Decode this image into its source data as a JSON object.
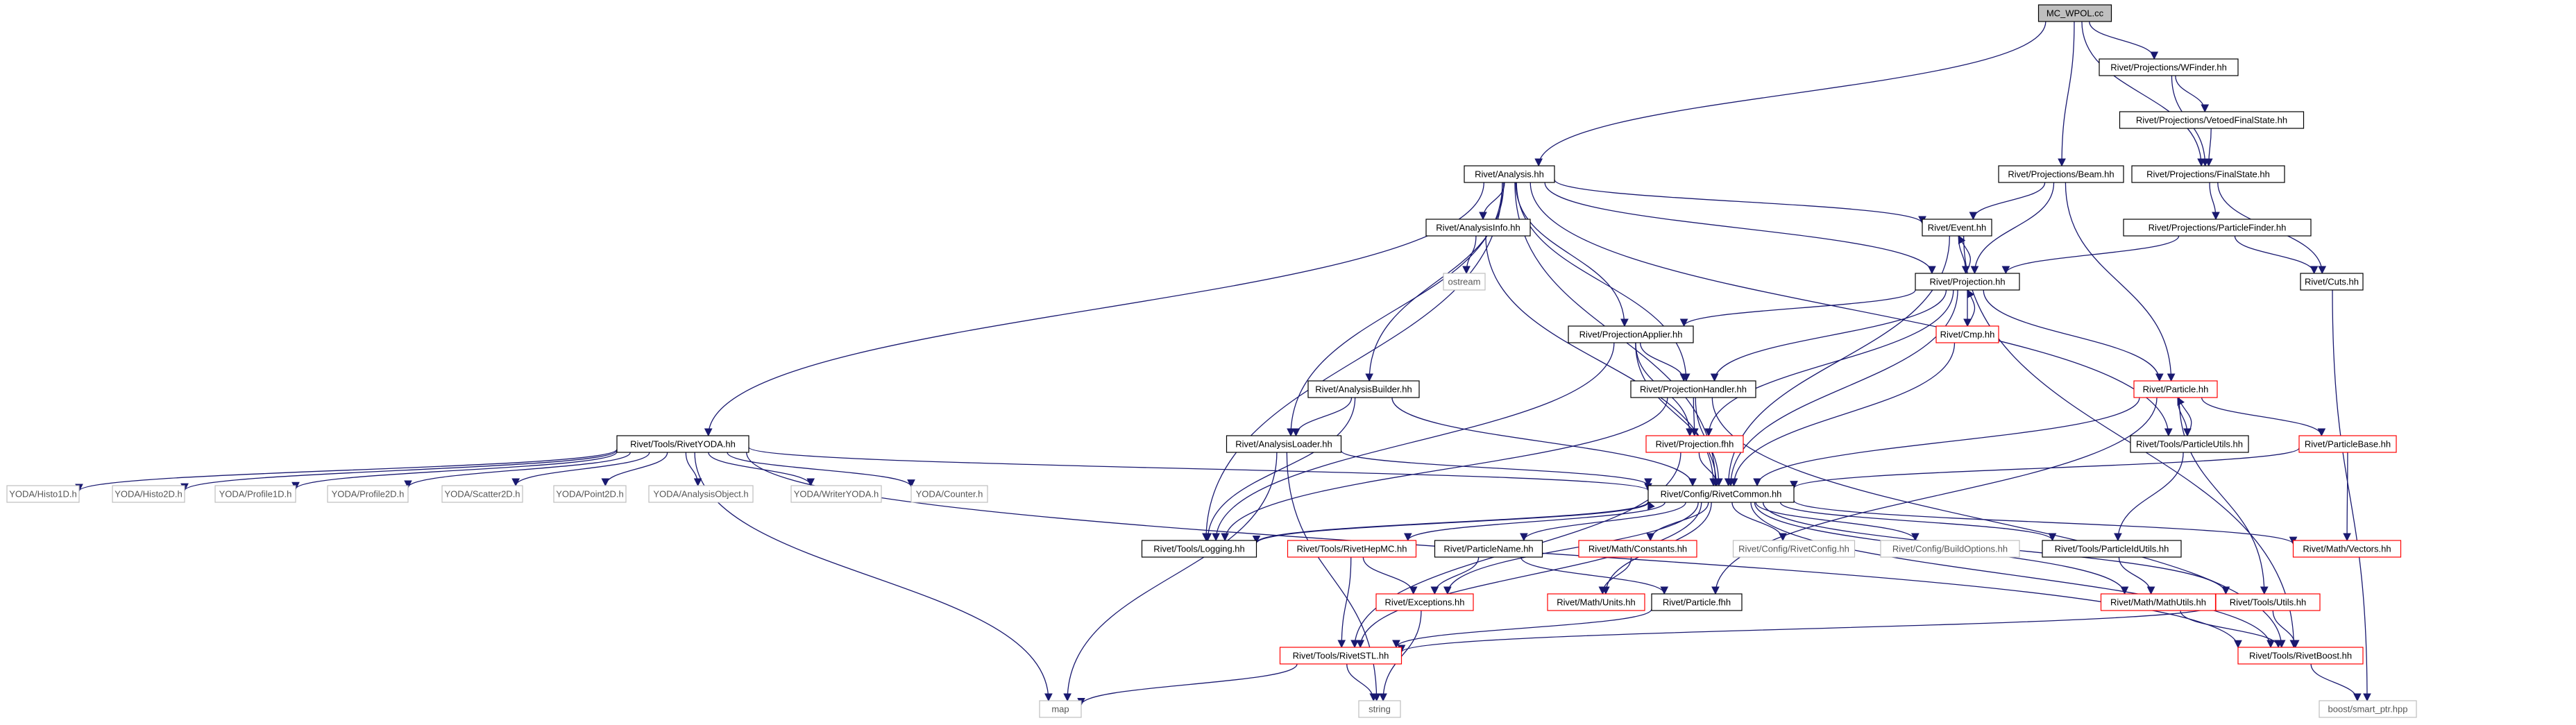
{
  "colors": {
    "edge": "#191970",
    "border_normal": "#000000",
    "border_missing": "#ff0000",
    "border_external": "#bfbfbf",
    "fill_normal": "#ffffff",
    "fill_root": "#bfbfbf"
  },
  "nodes": [
    {
      "id": "mc_wpol",
      "label": "MC_WPOL.cc",
      "kind": "root"
    },
    {
      "id": "wfinder",
      "label": "Rivet/Projections/WFinder.hh",
      "kind": "normal"
    },
    {
      "id": "vetoed",
      "label": "Rivet/Projections/VetoedFinalState.hh",
      "kind": "normal"
    },
    {
      "id": "analysis",
      "label": "Rivet/Analysis.hh",
      "kind": "normal"
    },
    {
      "id": "beam",
      "label": "Rivet/Projections/Beam.hh",
      "kind": "normal"
    },
    {
      "id": "finalstate",
      "label": "Rivet/Projections/FinalState.hh",
      "kind": "normal"
    },
    {
      "id": "analysisinfo",
      "label": "Rivet/AnalysisInfo.hh",
      "kind": "normal"
    },
    {
      "id": "event",
      "label": "Rivet/Event.hh",
      "kind": "normal"
    },
    {
      "id": "particlefinder",
      "label": "Rivet/Projections/ParticleFinder.hh",
      "kind": "normal"
    },
    {
      "id": "ostream",
      "label": "ostream",
      "kind": "external"
    },
    {
      "id": "projection",
      "label": "Rivet/Projection.hh",
      "kind": "normal"
    },
    {
      "id": "cuts",
      "label": "Rivet/Cuts.hh",
      "kind": "normal"
    },
    {
      "id": "cmp",
      "label": "Rivet/Cmp.hh",
      "kind": "missing"
    },
    {
      "id": "projapplier",
      "label": "Rivet/ProjectionApplier.hh",
      "kind": "normal"
    },
    {
      "id": "particle",
      "label": "Rivet/Particle.hh",
      "kind": "missing"
    },
    {
      "id": "analysisbuilder",
      "label": "Rivet/AnalysisBuilder.hh",
      "kind": "normal"
    },
    {
      "id": "projhandler",
      "label": "Rivet/ProjectionHandler.hh",
      "kind": "normal"
    },
    {
      "id": "rivetyoda",
      "label": "Rivet/Tools/RivetYODA.hh",
      "kind": "normal"
    },
    {
      "id": "analysisloader",
      "label": "Rivet/AnalysisLoader.hh",
      "kind": "normal"
    },
    {
      "id": "projectionfhh",
      "label": "Rivet/Projection.fhh",
      "kind": "missing"
    },
    {
      "id": "particlebase",
      "label": "Rivet/ParticleBase.hh",
      "kind": "missing"
    },
    {
      "id": "particleutils",
      "label": "Rivet/Tools/ParticleUtils.hh",
      "kind": "normal"
    },
    {
      "id": "histo1d",
      "label": "YODA/Histo1D.h",
      "kind": "external"
    },
    {
      "id": "histo2d",
      "label": "YODA/Histo2D.h",
      "kind": "external"
    },
    {
      "id": "profile1d",
      "label": "YODA/Profile1D.h",
      "kind": "external"
    },
    {
      "id": "profile2d",
      "label": "YODA/Profile2D.h",
      "kind": "external"
    },
    {
      "id": "scatter2d",
      "label": "YODA/Scatter2D.h",
      "kind": "external"
    },
    {
      "id": "point2d",
      "label": "YODA/Point2D.h",
      "kind": "external"
    },
    {
      "id": "analysisobject",
      "label": "YODA/AnalysisObject.h",
      "kind": "external"
    },
    {
      "id": "writeryoda",
      "label": "YODA/WriterYODA.h",
      "kind": "external"
    },
    {
      "id": "counter",
      "label": "YODA/Counter.h",
      "kind": "external"
    },
    {
      "id": "rivetcommon",
      "label": "Rivet/Config/RivetCommon.hh",
      "kind": "normal"
    },
    {
      "id": "logging",
      "label": "Rivet/Tools/Logging.hh",
      "kind": "normal"
    },
    {
      "id": "hepmc",
      "label": "Rivet/Tools/RivetHepMC.hh",
      "kind": "missing"
    },
    {
      "id": "particlename",
      "label": "Rivet/ParticleName.hh",
      "kind": "normal"
    },
    {
      "id": "constants",
      "label": "Rivet/Math/Constants.hh",
      "kind": "missing"
    },
    {
      "id": "rivetconfig",
      "label": "Rivet/Config/RivetConfig.hh",
      "kind": "external"
    },
    {
      "id": "buildoptions",
      "label": "Rivet/Config/BuildOptions.hh",
      "kind": "external"
    },
    {
      "id": "particleidutils",
      "label": "Rivet/Tools/ParticleIdUtils.hh",
      "kind": "normal"
    },
    {
      "id": "vectors",
      "label": "Rivet/Math/Vectors.hh",
      "kind": "missing"
    },
    {
      "id": "exceptions",
      "label": "Rivet/Exceptions.hh",
      "kind": "missing"
    },
    {
      "id": "units",
      "label": "Rivet/Math/Units.hh",
      "kind": "missing"
    },
    {
      "id": "particlefhh",
      "label": "Rivet/Particle.fhh",
      "kind": "normal"
    },
    {
      "id": "mathutils",
      "label": "Rivet/Math/MathUtils.hh",
      "kind": "missing"
    },
    {
      "id": "toolsutils",
      "label": "Rivet/Tools/Utils.hh",
      "kind": "missing"
    },
    {
      "id": "rivetstl",
      "label": "Rivet/Tools/RivetSTL.hh",
      "kind": "missing"
    },
    {
      "id": "rivetboost",
      "label": "Rivet/Tools/RivetBoost.hh",
      "kind": "missing"
    },
    {
      "id": "map",
      "label": "map",
      "kind": "external"
    },
    {
      "id": "string",
      "label": "string",
      "kind": "external"
    },
    {
      "id": "smartptr",
      "label": "boost/smart_ptr.hpp",
      "kind": "external"
    }
  ],
  "edges": [
    [
      "mc_wpol",
      "analysis"
    ],
    [
      "mc_wpol",
      "beam"
    ],
    [
      "mc_wpol",
      "wfinder"
    ],
    [
      "mc_wpol",
      "finalstate"
    ],
    [
      "wfinder",
      "vetoed"
    ],
    [
      "wfinder",
      "finalstate"
    ],
    [
      "vetoed",
      "finalstate"
    ],
    [
      "finalstate",
      "particlefinder"
    ],
    [
      "finalstate",
      "cuts"
    ],
    [
      "particlefinder",
      "projection"
    ],
    [
      "particlefinder",
      "cuts"
    ],
    [
      "beam",
      "event"
    ],
    [
      "beam",
      "projection"
    ],
    [
      "beam",
      "particle"
    ],
    [
      "analysis",
      "rivetyoda"
    ],
    [
      "analysis",
      "analysisinfo"
    ],
    [
      "analysis",
      "event"
    ],
    [
      "analysis",
      "projection"
    ],
    [
      "analysis",
      "projapplier"
    ],
    [
      "analysis",
      "analysisbuilder"
    ],
    [
      "analysis",
      "analysisloader"
    ],
    [
      "analysis",
      "projhandler"
    ],
    [
      "analysis",
      "logging"
    ],
    [
      "analysis",
      "rivetcommon"
    ],
    [
      "analysis",
      "particleutils"
    ],
    [
      "analysisinfo",
      "ostream"
    ],
    [
      "analysisinfo",
      "rivetcommon"
    ],
    [
      "event",
      "projection"
    ],
    [
      "event",
      "rivetcommon"
    ],
    [
      "event",
      "rivetboost"
    ],
    [
      "projection",
      "event"
    ],
    [
      "projection",
      "cmp"
    ],
    [
      "projection",
      "projapplier"
    ],
    [
      "projection",
      "projhandler"
    ],
    [
      "projection",
      "projectionfhh"
    ],
    [
      "projection",
      "particle"
    ],
    [
      "projection",
      "rivetcommon"
    ],
    [
      "cmp",
      "projection"
    ],
    [
      "cmp",
      "rivetcommon"
    ],
    [
      "projapplier",
      "projhandler"
    ],
    [
      "projapplier",
      "projectionfhh"
    ],
    [
      "projapplier",
      "rivetcommon"
    ],
    [
      "projapplier",
      "logging"
    ],
    [
      "projhandler",
      "projectionfhh"
    ],
    [
      "projhandler",
      "rivetcommon"
    ],
    [
      "projhandler",
      "logging"
    ],
    [
      "projhandler",
      "rivetboost"
    ],
    [
      "projectionfhh",
      "rivetcommon"
    ],
    [
      "projectionfhh",
      "rivetstl"
    ],
    [
      "particle",
      "particleutils"
    ],
    [
      "particle",
      "particlebase"
    ],
    [
      "particle",
      "rivetcommon"
    ],
    [
      "particle",
      "toolsutils"
    ],
    [
      "particle",
      "particlefhh"
    ],
    [
      "particleutils",
      "particle"
    ],
    [
      "particleutils",
      "particleidutils"
    ],
    [
      "particlebase",
      "rivetcommon"
    ],
    [
      "particlebase",
      "vectors"
    ],
    [
      "analysisbuilder",
      "analysisloader"
    ],
    [
      "analysisbuilder",
      "rivetcommon"
    ],
    [
      "analysisbuilder",
      "logging"
    ],
    [
      "analysisloader",
      "rivetcommon"
    ],
    [
      "analysisloader",
      "map"
    ],
    [
      "analysisloader",
      "string"
    ],
    [
      "cuts",
      "smartptr"
    ],
    [
      "rivetyoda",
      "histo1d"
    ],
    [
      "rivetyoda",
      "histo2d"
    ],
    [
      "rivetyoda",
      "profile1d"
    ],
    [
      "rivetyoda",
      "profile2d"
    ],
    [
      "rivetyoda",
      "scatter2d"
    ],
    [
      "rivetyoda",
      "point2d"
    ],
    [
      "rivetyoda",
      "analysisobject"
    ],
    [
      "rivetyoda",
      "writeryoda"
    ],
    [
      "rivetyoda",
      "counter"
    ],
    [
      "rivetyoda",
      "rivetcommon"
    ],
    [
      "rivetyoda",
      "rivetboost"
    ],
    [
      "rivetyoda",
      "map"
    ],
    [
      "rivetcommon",
      "logging"
    ],
    [
      "rivetcommon",
      "hepmc"
    ],
    [
      "rivetcommon",
      "particlename"
    ],
    [
      "rivetcommon",
      "constants"
    ],
    [
      "rivetcommon",
      "rivetconfig"
    ],
    [
      "rivetcommon",
      "buildoptions"
    ],
    [
      "rivetcommon",
      "particleidutils"
    ],
    [
      "rivetcommon",
      "vectors"
    ],
    [
      "rivetcommon",
      "exceptions"
    ],
    [
      "rivetcommon",
      "units"
    ],
    [
      "rivetcommon",
      "mathutils"
    ],
    [
      "rivetcommon",
      "toolsutils"
    ],
    [
      "rivetcommon",
      "rivetstl"
    ],
    [
      "rivetcommon",
      "rivetboost"
    ],
    [
      "logging",
      "rivetcommon"
    ],
    [
      "hepmc",
      "exceptions"
    ],
    [
      "hepmc",
      "rivetstl"
    ],
    [
      "particlename",
      "exceptions"
    ],
    [
      "particlename",
      "particlefhh"
    ],
    [
      "constants",
      "units"
    ],
    [
      "particleidutils",
      "mathutils"
    ],
    [
      "exceptions",
      "string"
    ],
    [
      "particlefhh",
      "rivetstl"
    ],
    [
      "mathutils",
      "rivetboost"
    ],
    [
      "toolsutils",
      "rivetboost"
    ],
    [
      "toolsutils",
      "rivetstl"
    ],
    [
      "rivetstl",
      "map"
    ],
    [
      "rivetstl",
      "string"
    ],
    [
      "rivetboost",
      "smartptr"
    ]
  ]
}
